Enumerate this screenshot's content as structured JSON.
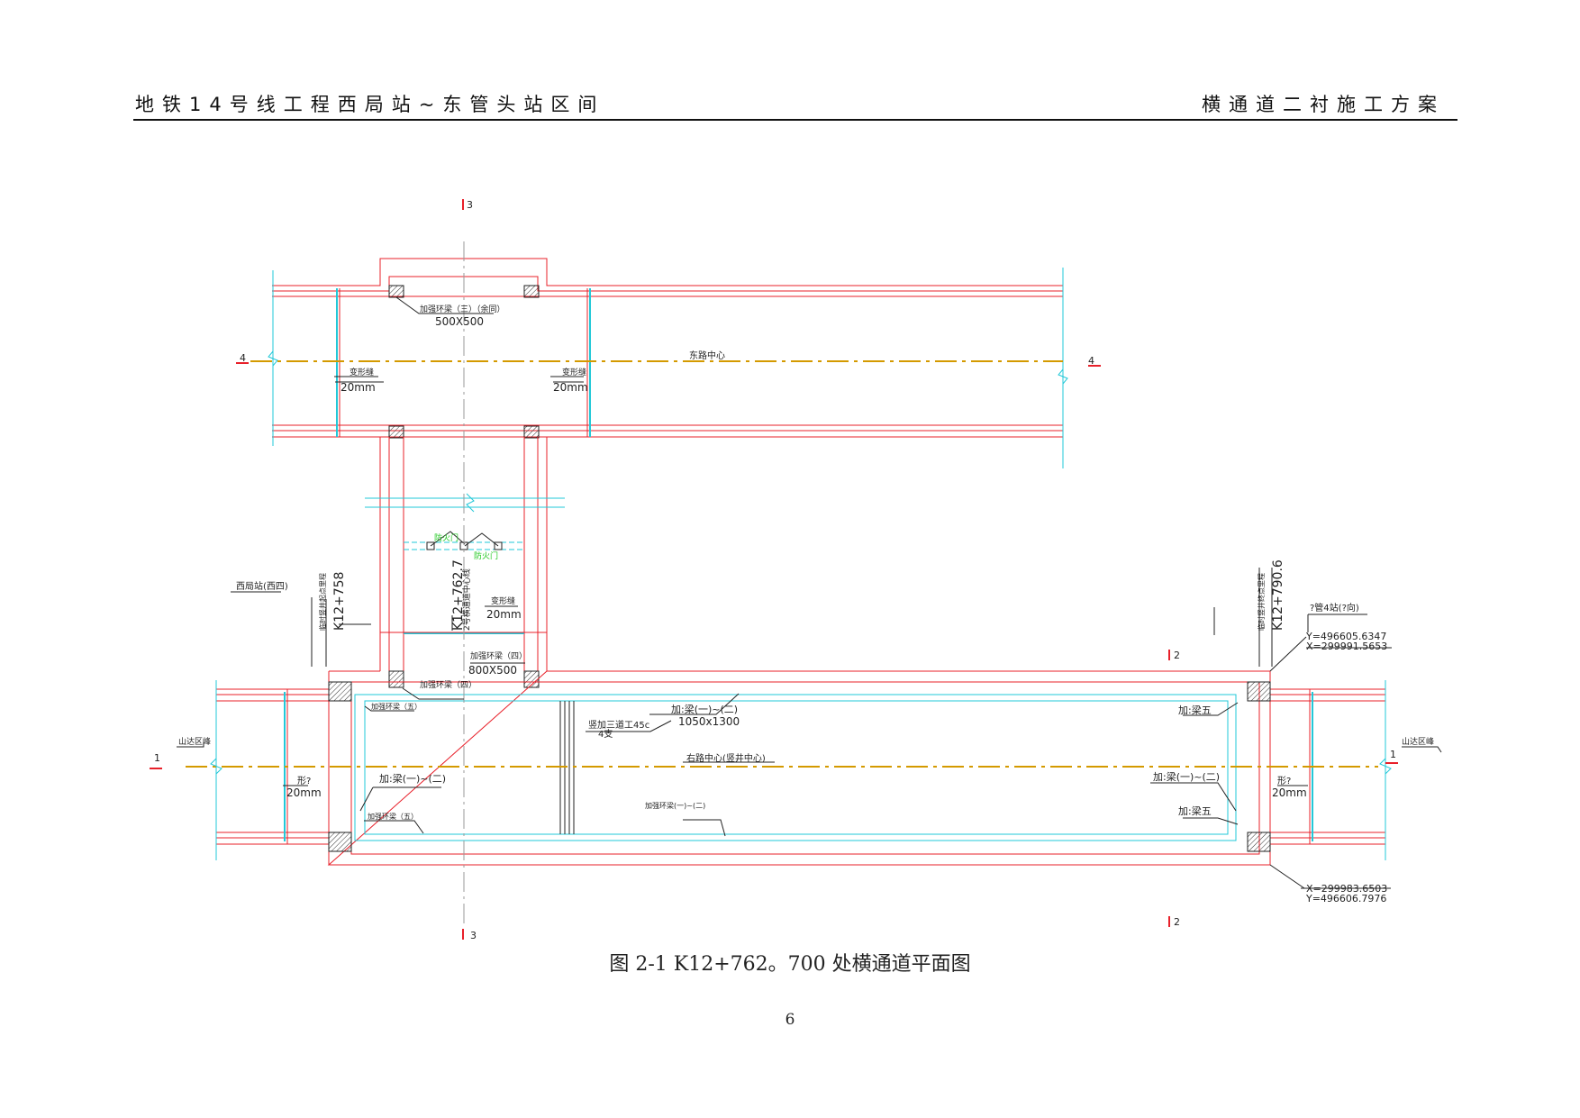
{
  "header": {
    "left": "地铁14号线工程西局站~东管头站区间",
    "right": "横通道二衬施工方案"
  },
  "figure": {
    "caption": "图 2-1 K12+762。700 处横通道平面图",
    "page_number": "6"
  },
  "colors": {
    "structure": "#e8202a",
    "inner_line": "#22c8d8",
    "centerline": "#d49a00",
    "grid": "#9a9a9a",
    "door": "#1fc81f",
    "text": "#222222"
  },
  "labels": {
    "sec3_top": "3",
    "sec3_bottom": "3",
    "sec4_left": "4",
    "sec4_right": "4",
    "sec2_top": "2",
    "sec2_bottom": "2",
    "sec1_left": "1",
    "sec1_right": "1",
    "ring3_top": "加强环梁（三）（余同）",
    "ring3_size": "500X500",
    "east_center": "东路中心",
    "joint_a_label": "变形缝",
    "joint_a_size": "20mm",
    "joint_b_label": "变形缝",
    "joint_b_size": "20mm",
    "door_1": "防火门",
    "door_2": "防火门",
    "passage_center": "2号横通道中心线",
    "passage_chainage": "K12+762.7",
    "joint_c_label": "变形缝",
    "joint_c_size": "20mm",
    "ring4_label": "加强环梁（四）",
    "ring4_size": "800X500",
    "ring4_label_2": "加强环梁（四）",
    "west_station": "西局站(西四)",
    "left_shaft_label": "临时竖井起点里程",
    "left_chainage": "K12+758",
    "right_shaft_label": "临时竖井终点里程",
    "right_chainage": "K12+790.6",
    "right_station": "?管4站(?向)",
    "coord_y1": "Y=496605.6347",
    "coord_x1": "X=299991.5653",
    "coord_x2": "X=299983.6503",
    "coord_y2": "Y=496606.7976",
    "ring5_top": "加强环梁（五）",
    "ring5_bottom": "加强环梁（五）",
    "i_beam": "竖加三道工45c",
    "i_beam_qty": "4支",
    "beam_top": "加:梁(一)~(二)",
    "beam_top_size": "1050x1300",
    "beam_left": "加:梁(一)~(二)",
    "beam_right": "加:梁(一)~(二)",
    "beam5_right_top": "加:梁五",
    "beam5_right_bottom": "加:梁五",
    "center_lower": "右路中心(竖井中心)",
    "ring_bottom": "加强环梁(一)~(二)",
    "mountain_left": "山达区峰",
    "mountain_right": "山达区峰",
    "joint_d_label": "形?",
    "joint_d_size": "20mm",
    "joint_e_label": "形?",
    "joint_e_size": "20mm"
  }
}
